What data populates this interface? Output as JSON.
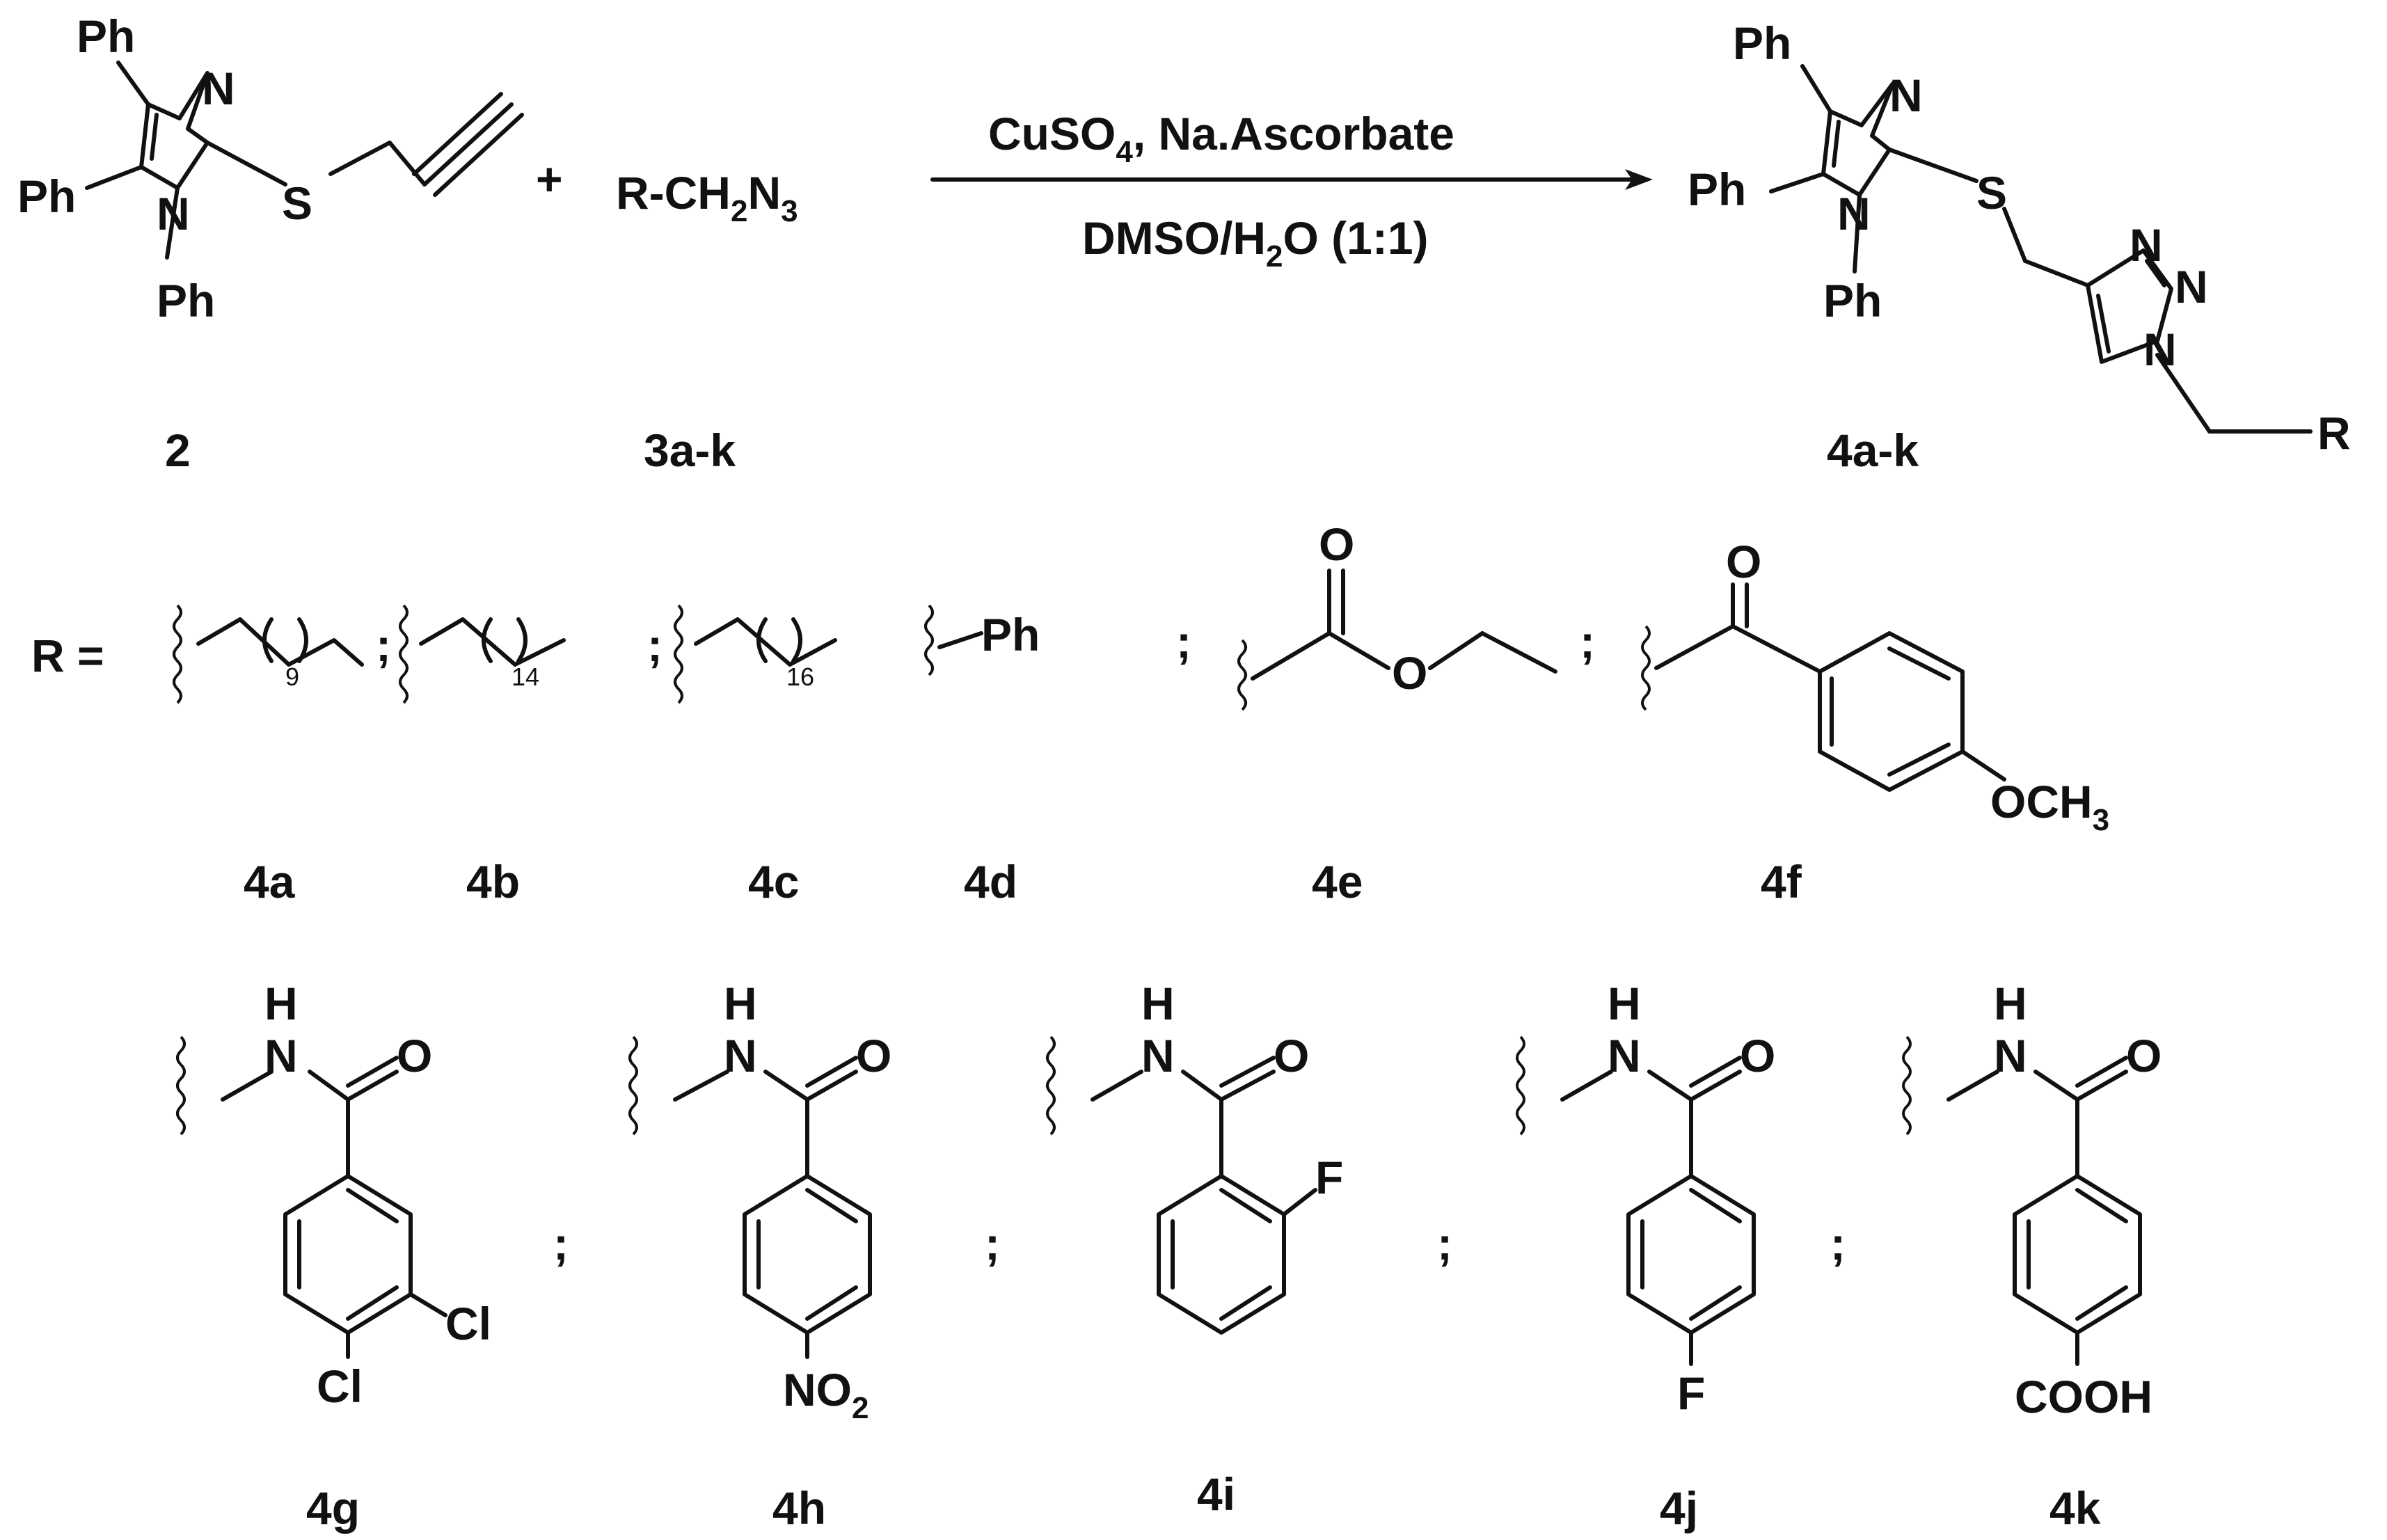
{
  "scheme": {
    "reaction": {
      "reactant1": {
        "label": "2",
        "atoms": {
          "ph_top": "Ph",
          "ph_left": "Ph",
          "ph_bottom": "Ph",
          "n_top": "N",
          "n_bottom": "N",
          "s": "S"
        }
      },
      "plus": "+",
      "reactant2": {
        "label": "3a-k",
        "formula_main": "R-CH",
        "formula_sub1": "2",
        "formula_end": "N",
        "formula_sub2": "3"
      },
      "conditions_top": {
        "main": "CuSO",
        "sub": "4",
        "rest": ", Na.Ascorbate"
      },
      "conditions_bottom": {
        "main": "DMSO/H",
        "sub": "2",
        "rest": "O (1:1)"
      },
      "product": {
        "label": "4a-k",
        "atoms": {
          "ph_top": "Ph",
          "ph_left": "Ph",
          "ph_bottom": "Ph",
          "n_top": "N",
          "n_bottom": "N",
          "s": "S",
          "tri_n1": "N",
          "tri_n2": "N",
          "tri_n3": "N",
          "r": "R"
        }
      }
    },
    "r_label": "R =",
    "semicolon": ";",
    "substituents": [
      {
        "label": "4a",
        "index": "9"
      },
      {
        "label": "4b",
        "index": "14"
      },
      {
        "label": "4c",
        "index": "16"
      },
      {
        "label": "4d",
        "group": "Ph"
      },
      {
        "label": "4e",
        "o1": "O",
        "o2": "O"
      },
      {
        "label": "4f",
        "o": "O",
        "och3_main": "OCH",
        "och3_sub": "3"
      },
      {
        "label": "4g",
        "h": "H",
        "n": "N",
        "o": "O",
        "cl1": "Cl",
        "cl2": "Cl"
      },
      {
        "label": "4h",
        "h": "H",
        "n": "N",
        "o": "O",
        "no2_main": "NO",
        "no2_sub": "2"
      },
      {
        "label": "4i",
        "h": "H",
        "n": "N",
        "o": "O",
        "f": "F"
      },
      {
        "label": "4j",
        "h": "H",
        "n": "N",
        "o": "O",
        "f": "F"
      },
      {
        "label": "4k",
        "h": "H",
        "n": "N",
        "o": "O",
        "cooh": "COOH"
      }
    ]
  }
}
